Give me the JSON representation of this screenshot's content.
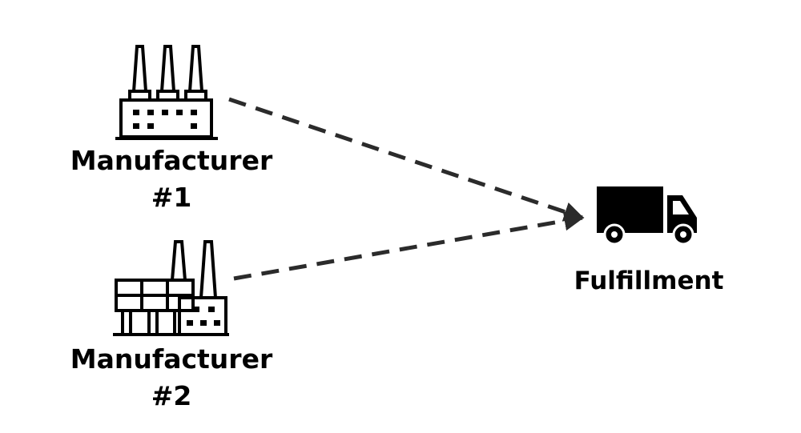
{
  "nodes": {
    "manufacturer_1": {
      "name": "Manufacturer",
      "number": "#1",
      "icon": "factory-icon"
    },
    "manufacturer_2": {
      "name": "Manufacturer",
      "number": "#2",
      "icon": "industrial-plant-icon"
    },
    "fulfillment": {
      "name": "Fulfillment",
      "icon": "delivery-truck-icon"
    }
  },
  "edges": [
    {
      "from": "manufacturer_1",
      "to": "fulfillment",
      "style": "dashed-arrow"
    },
    {
      "from": "manufacturer_2",
      "to": "fulfillment",
      "style": "dashed-arrow"
    }
  ],
  "colors": {
    "ink": "#000000",
    "background": "#ffffff"
  }
}
